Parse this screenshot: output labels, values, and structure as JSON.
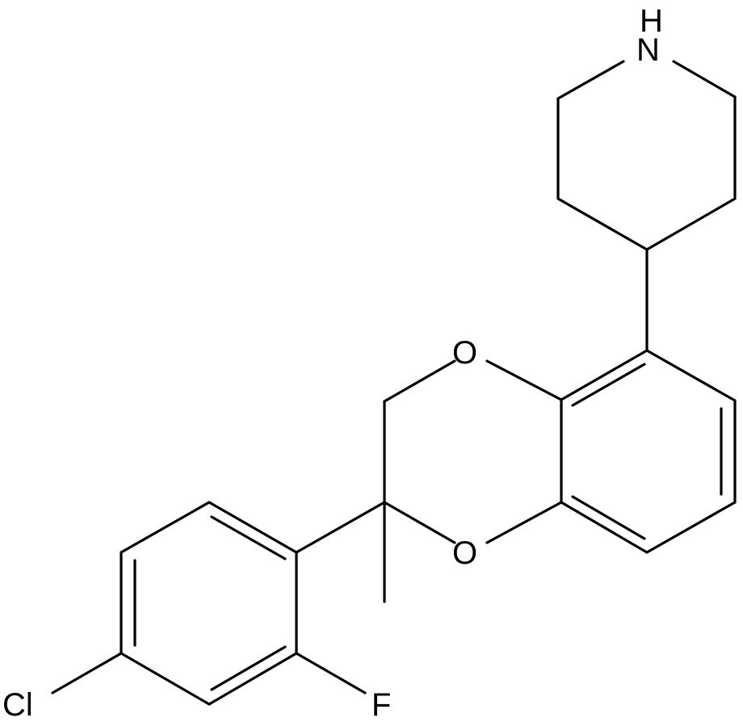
{
  "molecule": {
    "atoms": {
      "nh": "H",
      "n": "N",
      "o_top": "O",
      "o_bottom": "O",
      "cl": "Cl",
      "f": "F"
    },
    "colors": {
      "bond": "#000000",
      "label": "#000000",
      "background": "#ffffff"
    }
  }
}
